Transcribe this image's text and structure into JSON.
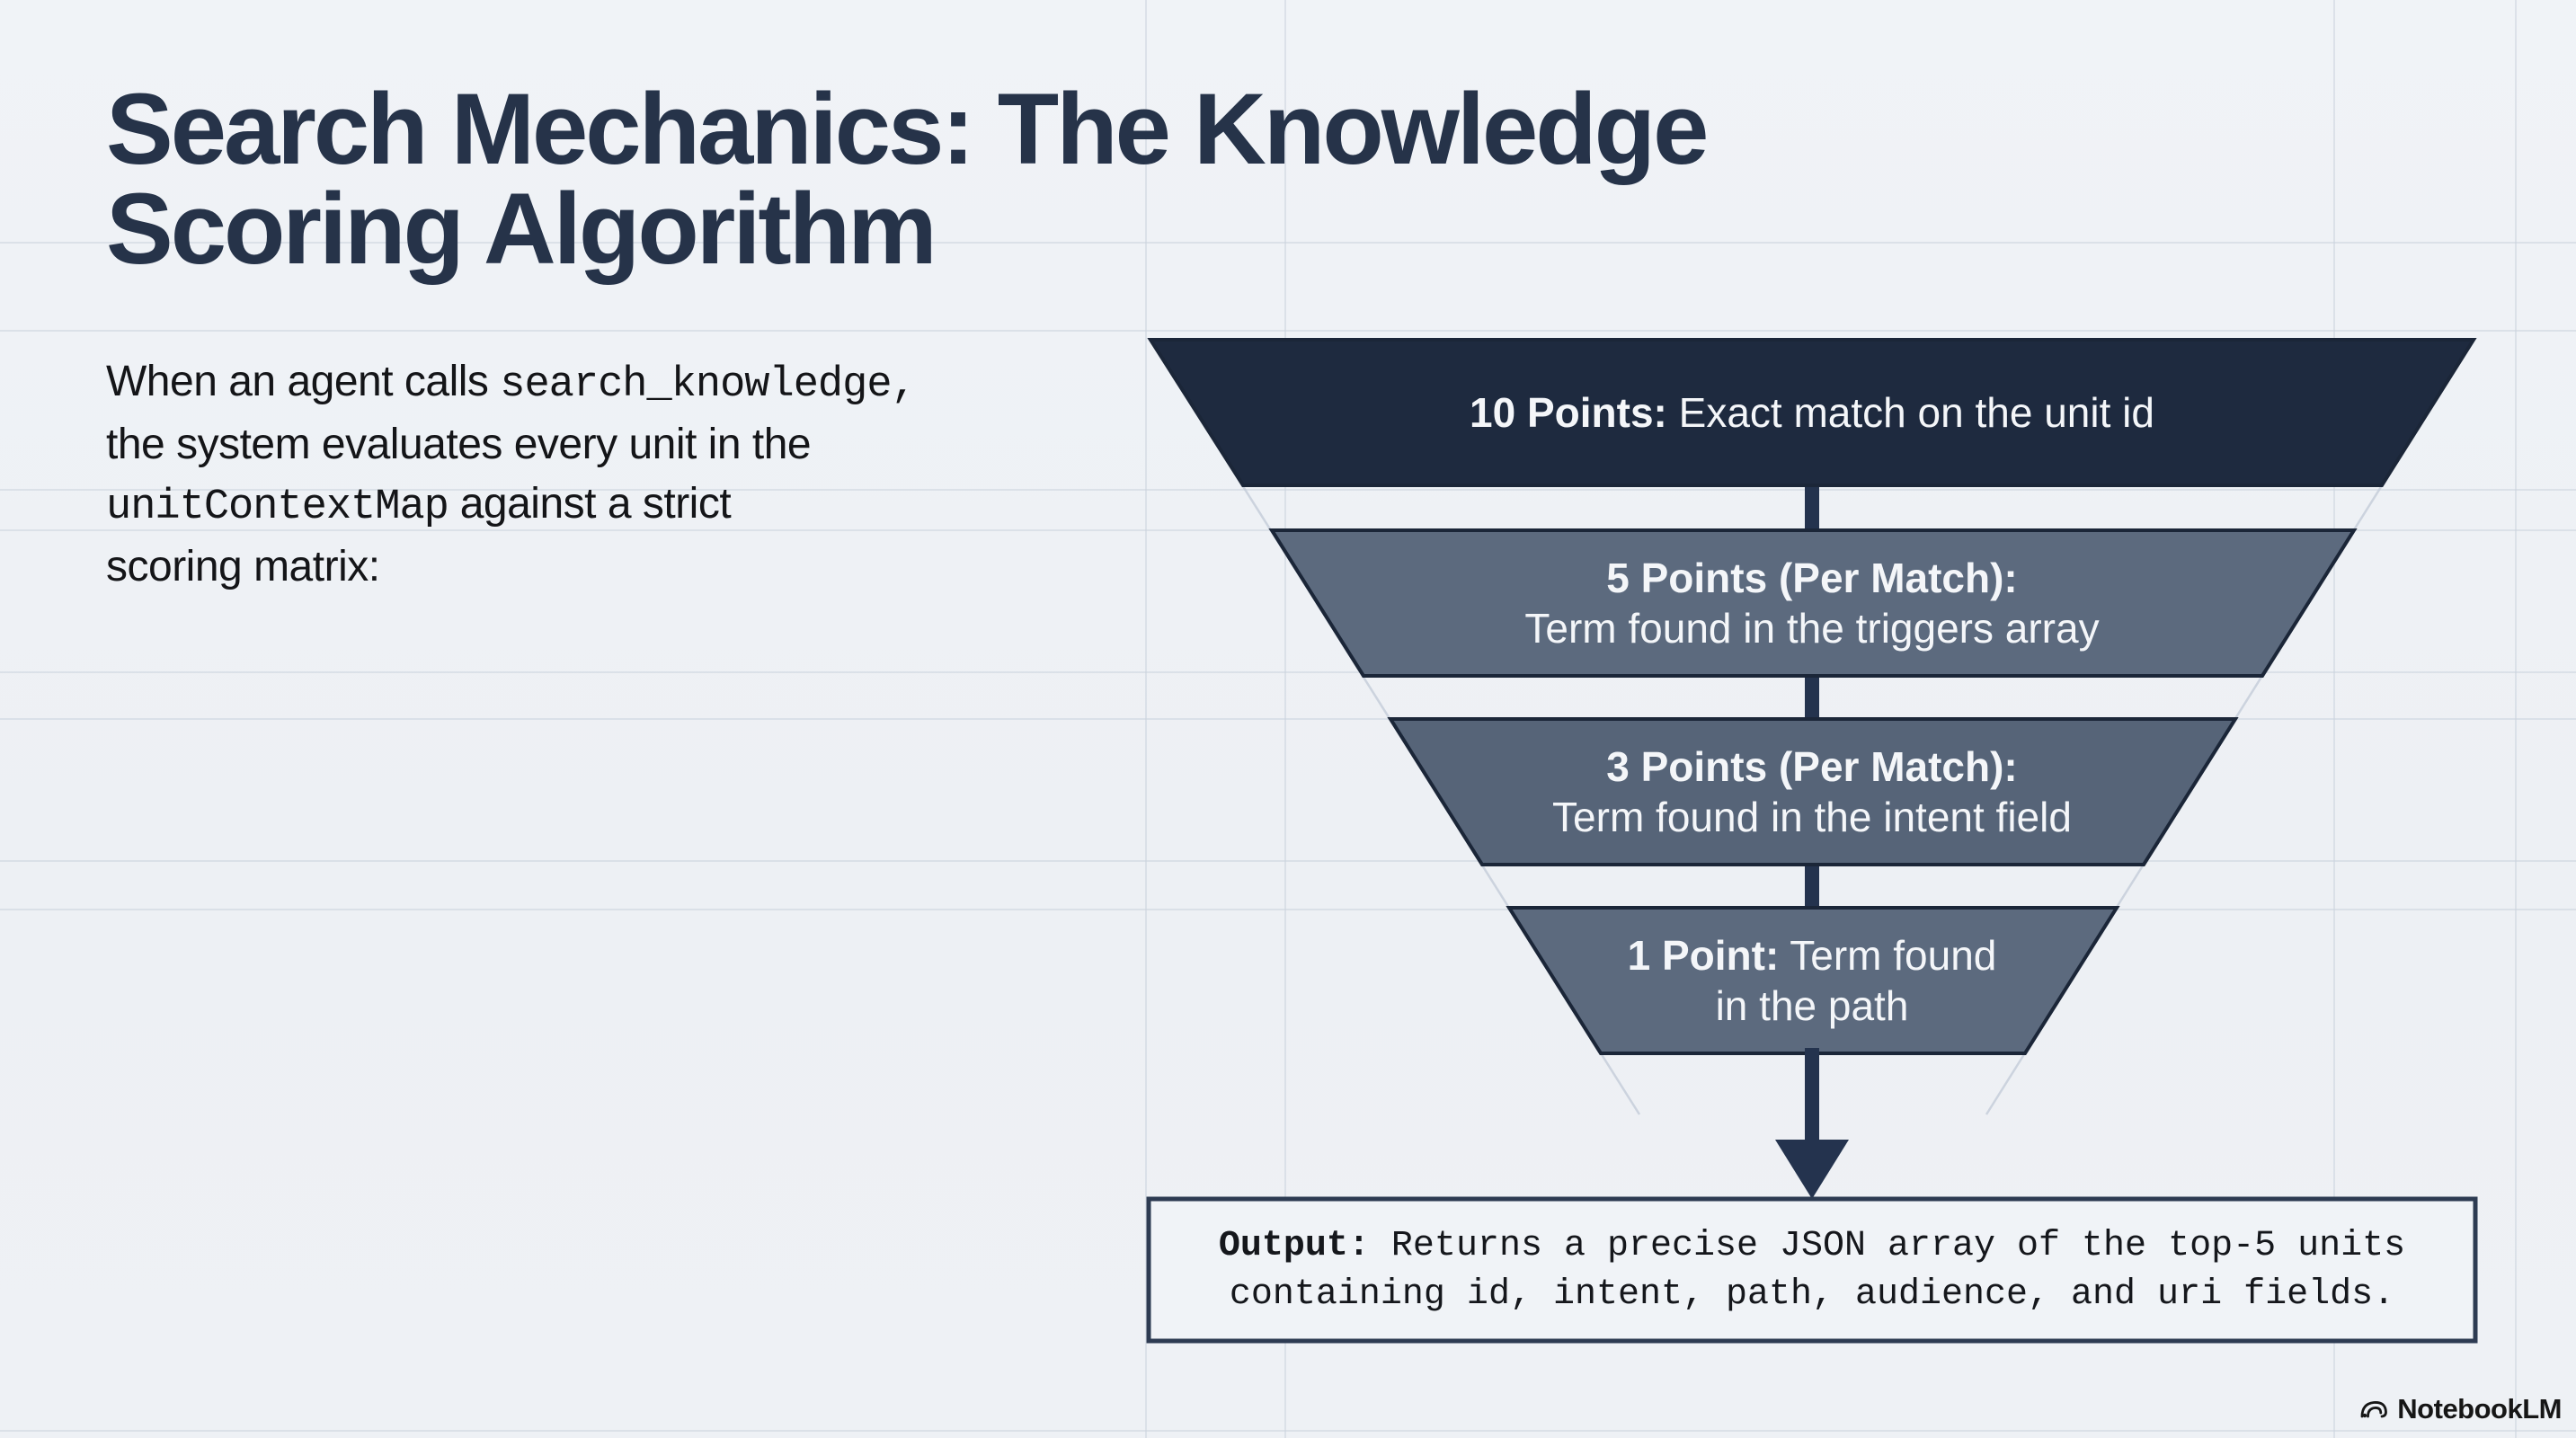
{
  "title": {
    "line1": "Search Mechanics: The Knowledge",
    "line2": "Scoring Algorithm"
  },
  "intro": {
    "line1_sans": "When an agent calls ",
    "line1_mono": "search_knowledge,",
    "line2_sans": "the system evaluates every unit in the",
    "line3_mono": "unitContextMap",
    "line3_sans": " against a strict",
    "line4_sans": "scoring matrix:"
  },
  "funnel": {
    "tiers": [
      {
        "line1_bold": "10 Points:",
        "line1_rest": " Exact match on the unit id",
        "line2": "",
        "fill": "#1e2a3f"
      },
      {
        "line1_bold": "5 Points (Per Match):",
        "line1_rest": "",
        "line2": "Term found in the triggers array",
        "fill": "#5c6a7e"
      },
      {
        "line1_bold": "3 Points (Per Match):",
        "line1_rest": "",
        "line2": "Term found in the intent field",
        "fill": "#566478"
      },
      {
        "line1_bold": "1 Point:",
        "line1_rest": " Term found",
        "line2": "in the path",
        "fill": "#5c6a7e"
      }
    ]
  },
  "output_box": {
    "label": "Output:",
    "line1_rest": " Returns a precise JSON array of the top-5 units",
    "line2": "containing id, intent, path, audience, and uri fields."
  },
  "branding": {
    "logo_text": "NotebookLM"
  },
  "colors": {
    "background": "#eef1f5",
    "title_text": "#263349",
    "body_text": "#141518",
    "tier_text": "#f4f6f9",
    "tier_outline": "#1b2638",
    "connector": "#24334e",
    "box_fill": "#f0f3f7",
    "box_border": "#2d3b52",
    "grid": "#ccd4de"
  }
}
